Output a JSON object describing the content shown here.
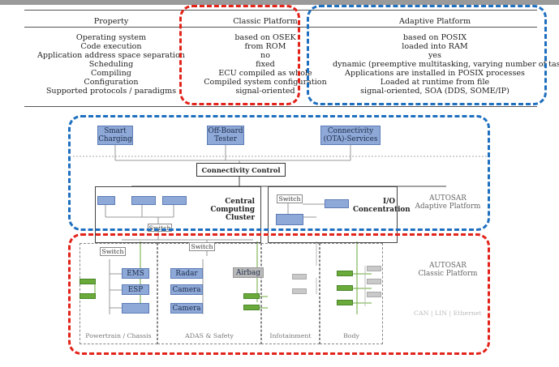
{
  "table": {
    "headers": [
      "Property",
      "Classic Platform",
      "Adaptive Platform"
    ],
    "rows": [
      [
        "Operating system",
        "based on OSEK",
        "based on POSIX"
      ],
      [
        "Code execution",
        "from ROM",
        "loaded into RAM"
      ],
      [
        "Application address space separation",
        "no",
        "yes"
      ],
      [
        "Scheduling",
        "fixed",
        "dynamic (preemptive multitasking, varying number of tasks)"
      ],
      [
        "Compiling",
        "ECU compiled as whole",
        "Applications are installed in POSIX processes"
      ],
      [
        "Configuration",
        "Compiled system configuration",
        "Loaded at runtime from file"
      ],
      [
        "Supported protocols / paradigms",
        "signal-oriented",
        "signal-oriented, SOA (DDS, SOME/IP)"
      ]
    ]
  },
  "diagram": {
    "top_nodes": {
      "smart_charging": "Smart\nCharging",
      "offboard_tester": "Off-Board\nTester",
      "connectivity": "Connectivity\n(OTA)-Services"
    },
    "connectivity_control": "Connectivity Control",
    "central_cluster": "Central\nComputing\nCluster",
    "io_concentration": "I/O\nConcentration",
    "switch": "Switch",
    "adaptive_label": "AUTOSAR\nAdaptive Platform",
    "classic_label": "AUTOSAR\nClassic Platform",
    "ecus": {
      "ems": "EMS",
      "esp": "ESP",
      "radar": "Radar",
      "camera1": "Camera",
      "camera2": "Camera",
      "airbag": "Airbag"
    },
    "domains": [
      "Powertrain / Chassis",
      "ADAS & Safety",
      "Infotainment",
      "Body"
    ],
    "legend": "CAN | LIN | Ethernet",
    "colors": {
      "classic_outline": "#e2231a",
      "adaptive_outline": "#1f6fbf",
      "ecu_fill": "#8ea9d8",
      "sensor_green": "#6aaa3a",
      "infotainment_gray": "#c9c9c9"
    }
  }
}
